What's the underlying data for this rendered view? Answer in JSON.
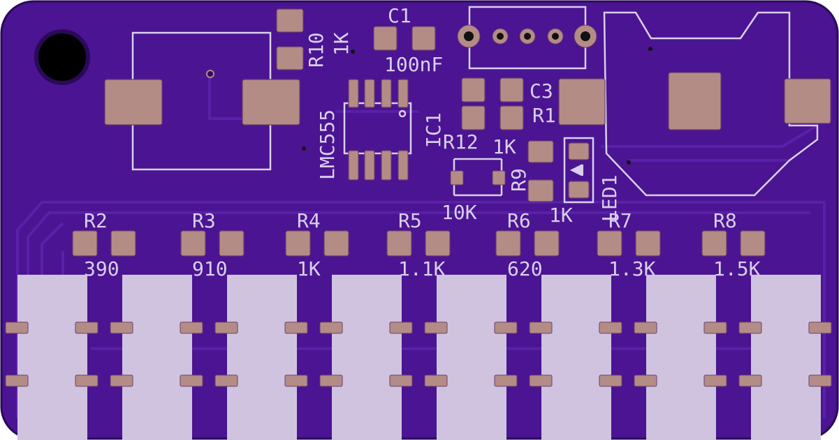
{
  "board": {
    "colors": {
      "board": "#4b1492",
      "edge": "#2a0a58",
      "silk": "#d8d0ec",
      "pad": "#b48c86",
      "key": "#cfc3e0"
    }
  },
  "labels": {
    "c1": "C1",
    "c1_value": "100nF",
    "r10": "R10",
    "r10_value": "1K",
    "ic1": "IC1",
    "ic1_value": "LMC555",
    "c3": "C3",
    "r1": "R1",
    "r12": "R12",
    "r12_value": "10K",
    "r1_value": "1K",
    "r9": "R9",
    "r9_value": "1K",
    "led1": "LED1"
  },
  "resistor_row": [
    {
      "ref": "R2",
      "value": "390"
    },
    {
      "ref": "R3",
      "value": "910"
    },
    {
      "ref": "R4",
      "value": "1K"
    },
    {
      "ref": "R5",
      "value": "1.1K"
    },
    {
      "ref": "R6",
      "value": "620"
    },
    {
      "ref": "R7",
      "value": "1.3K"
    },
    {
      "ref": "R8",
      "value": "1.5K"
    }
  ]
}
